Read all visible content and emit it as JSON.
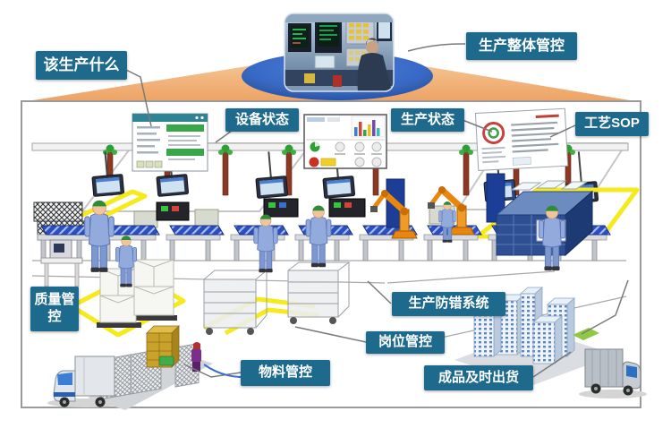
{
  "labels": {
    "what_to_produce": "该生产什么",
    "overall_production_control": "生产整体管控",
    "equipment_status": "设备状态",
    "production_status": "生产状态",
    "process_sop": "工艺SOP",
    "quality_control": "质量管控",
    "error_proofing_system": "生产防错系统",
    "station_control": "岗位管控",
    "material_control": "物料管控",
    "finished_goods_shipment": "成品及时出货"
  },
  "colors": {
    "label_background": "#1d6a8d",
    "label_text": "#ffffff",
    "projection_beam": "#f2a96e",
    "hub_ellipse": "#2a5fc0",
    "floor_marking": "#f6ea1c",
    "conveyor_belt": "#2b4fc0",
    "robot_arm": "#e8860f",
    "worker_uniform": "#93aadc",
    "factory_border": "#9a9a9a"
  }
}
